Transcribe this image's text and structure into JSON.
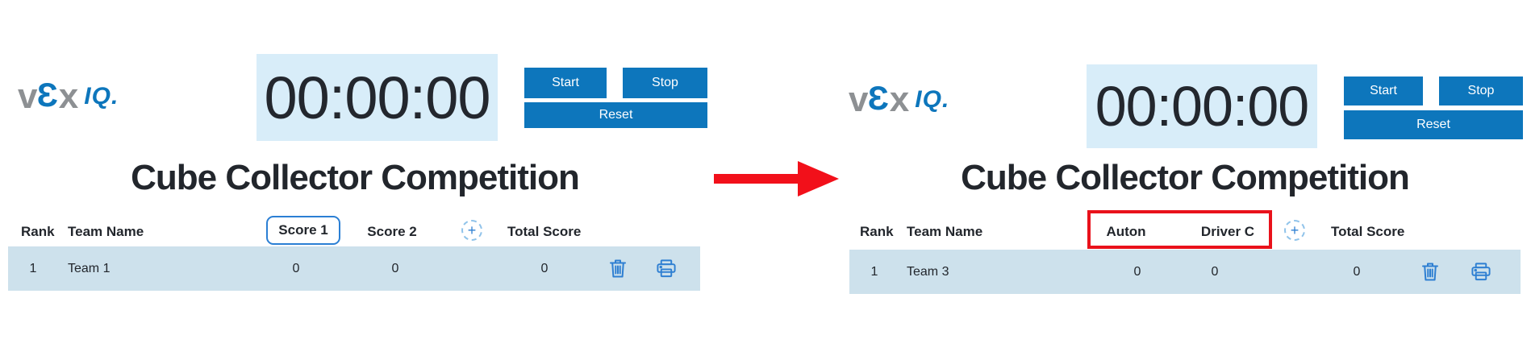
{
  "colors": {
    "accent_blue": "#0d76bc",
    "icon_blue": "#2e7fd2",
    "timer_background": "#d8edf9",
    "row_background": "#cde1ec",
    "highlight_red": "#e9121b",
    "arrow_red": "#f2101a"
  },
  "panels": [
    {
      "logo": {
        "v": "v",
        "e": "Ɛ",
        "x": "x",
        "iq": "IQ."
      },
      "timer": {
        "value": "00:00:00"
      },
      "buttons": {
        "start": "Start",
        "stop": "Stop",
        "reset": "Reset"
      },
      "title": "Cube Collector Competition",
      "table": {
        "headers": {
          "rank": "Rank",
          "team": "Team Name",
          "score1": "Score 1",
          "score2": "Score 2",
          "add_icon": "+",
          "total": "Total Score"
        },
        "row": {
          "rank": "1",
          "team": "Team 1",
          "score1": "0",
          "score2": "0",
          "total": "0"
        }
      }
    },
    {
      "logo": {
        "v": "v",
        "e": "Ɛ",
        "x": "x",
        "iq": "IQ."
      },
      "timer": {
        "value": "00:00:00"
      },
      "buttons": {
        "start": "Start",
        "stop": "Stop",
        "reset": "Reset"
      },
      "title": "Cube Collector Competition",
      "table": {
        "headers": {
          "rank": "Rank",
          "team": "Team Name",
          "score1": "Auton",
          "score2": "Driver C",
          "add_icon": "+",
          "total": "Total Score"
        },
        "row": {
          "rank": "1",
          "team": "Team 3",
          "score1": "0",
          "score2": "0",
          "total": "0"
        }
      }
    }
  ]
}
